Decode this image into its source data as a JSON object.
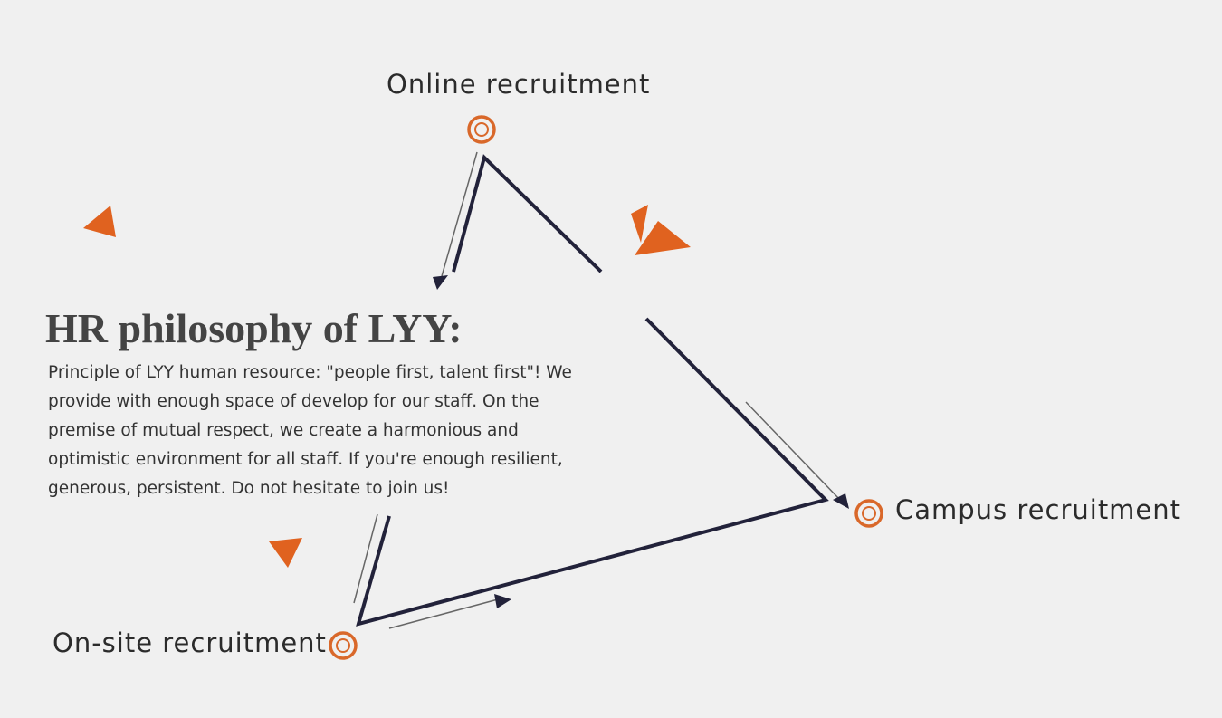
{
  "diagram": {
    "nodes": [
      {
        "id": "online",
        "label": "Online recruitment"
      },
      {
        "id": "campus",
        "label": "Campus recruitment"
      },
      {
        "id": "onsite",
        "label": "On-site recruitment"
      }
    ],
    "flow": [
      "online",
      "campus",
      "onsite"
    ]
  },
  "content": {
    "title": "HR philosophy of LYY:",
    "paragraph": "Principle of LYY human resource: \"people first, talent first\"! We provide with enough space of develop for our staff. On the premise of mutual respect, we create a harmonious and optimistic environment for all staff. If you're enough resilient, generous, persistent. Do not hesitate to join us!"
  },
  "colors": {
    "background": "#f0f0f0",
    "line": "#22223a",
    "accent": "#e0621f",
    "node_ring": "#d9682a",
    "text": "#2b2b2b"
  },
  "icons": {
    "node_marker": "double-ring-icon",
    "decoration": "triangle-icon",
    "direction": "arrowhead-icon"
  }
}
